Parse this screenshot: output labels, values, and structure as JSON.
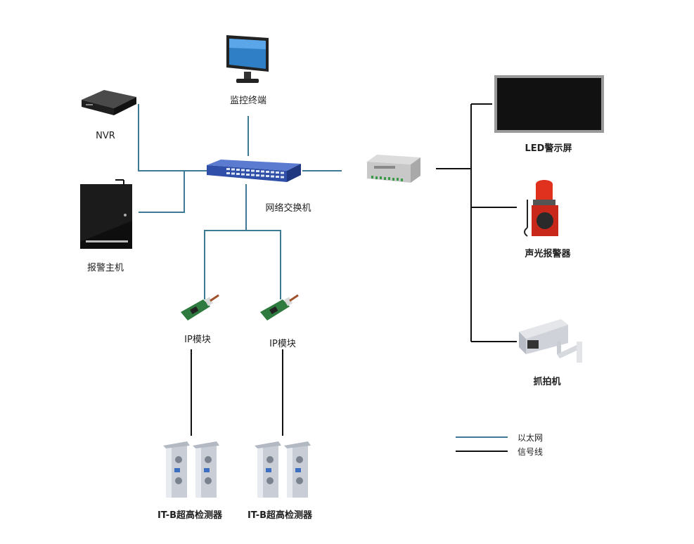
{
  "nodes": {
    "monitor": "监控终端",
    "nvr": "NVR",
    "alarm_host": "报警主机",
    "switch": "网络交换机",
    "ip_module_1": "IP模块",
    "ip_module_2": "IP模块",
    "detector_1": "IT-B超高检测器",
    "detector_2": "IT-B超高检测器",
    "led_screen": "LED警示屏",
    "sound_light_alarm": "声光报警器",
    "snapshot_camera": "抓拍机"
  },
  "legend": {
    "ethernet": "以太网",
    "signal": "信号线"
  },
  "colors": {
    "ethernet": "#3d7a94",
    "signal": "#111111",
    "switch_body": "#2f4fa8",
    "alarm_red": "#e0301e"
  }
}
